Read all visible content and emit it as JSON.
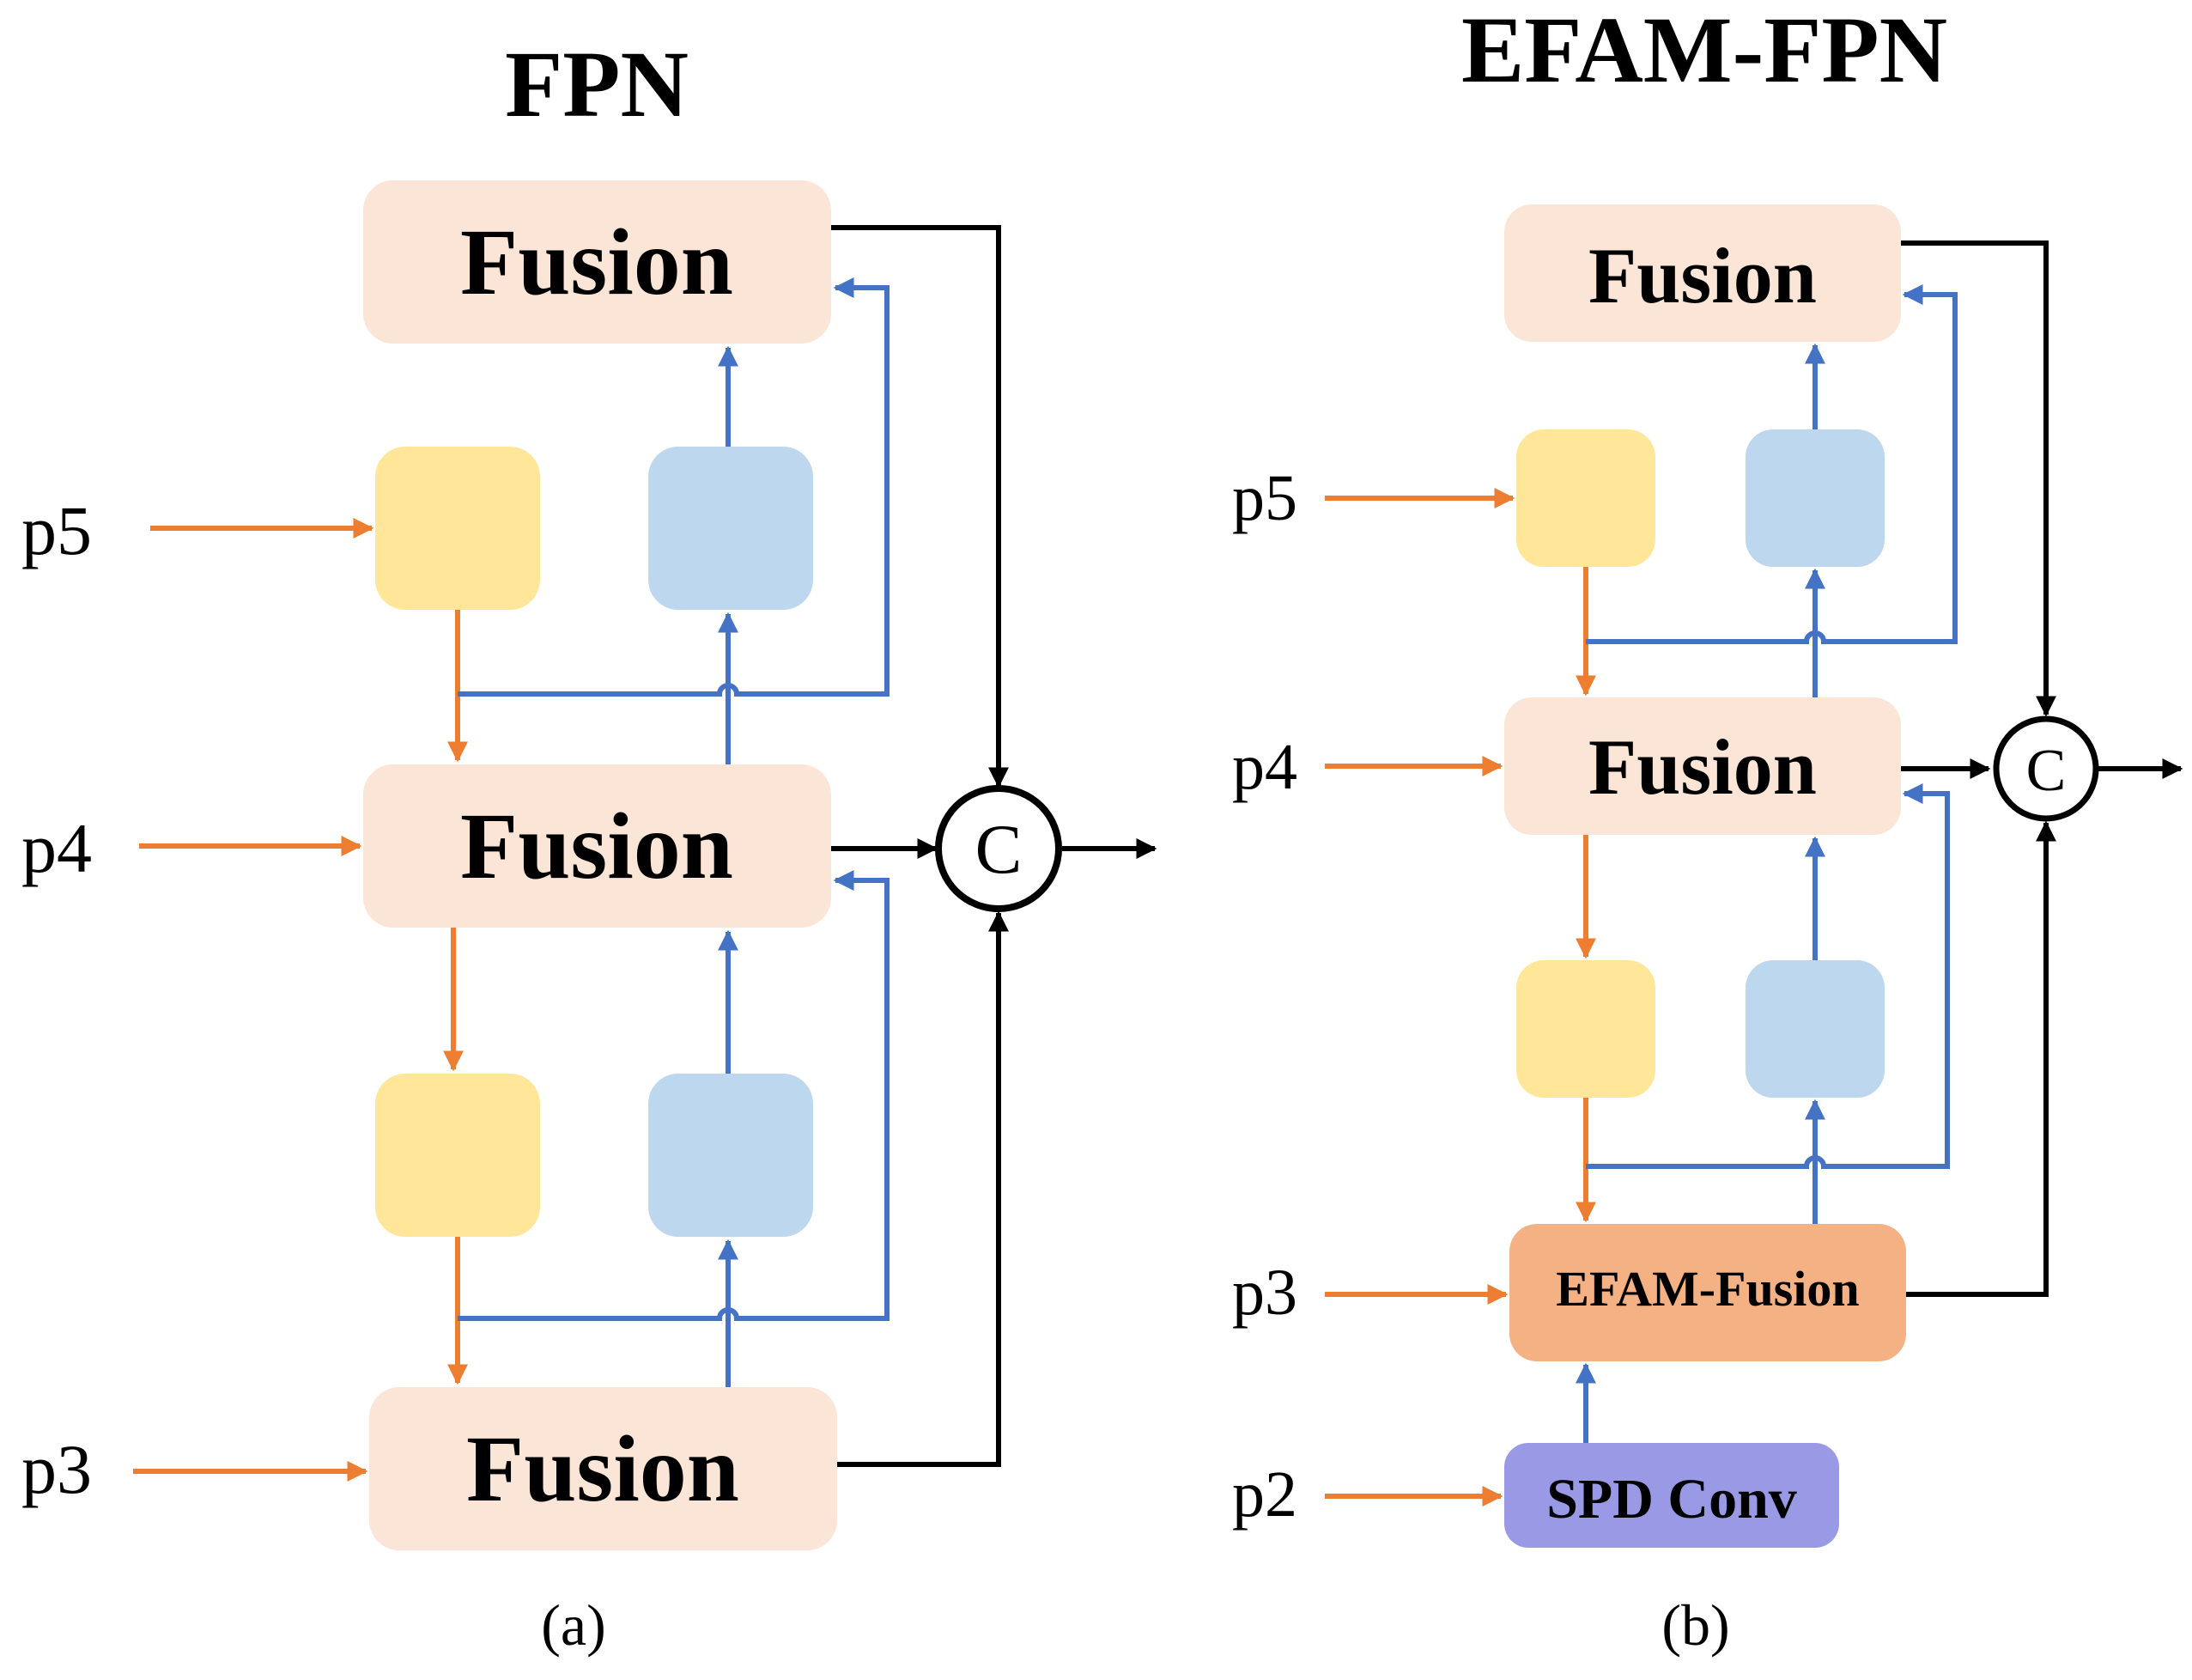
{
  "panel_a": {
    "title": "FPN",
    "caption": "(a)",
    "fusion_top": "Fusion",
    "fusion_mid": "Fusion",
    "fusion_bottom": "Fusion",
    "input_p5": "p5",
    "input_p4": "p4",
    "input_p3": "p3",
    "concat": "C"
  },
  "panel_b": {
    "title": "EFAM-FPN",
    "caption": "(b)",
    "fusion_top": "Fusion",
    "fusion_mid": "Fusion",
    "efam_fusion": "EFAM-Fusion",
    "spd_conv": "SPD Conv",
    "input_p5": "p5",
    "input_p4": "p4",
    "input_p3": "p3",
    "input_p2": "p2",
    "concat": "C"
  },
  "colors": {
    "fusion_box": "#FBE5D6",
    "yellow_box": "#FFE699",
    "blue_box": "#BDD7EE",
    "efam_box": "#F4B183",
    "spd_box": "#9999E6",
    "orange_arrow": "#ED7D31",
    "blue_arrow": "#4472C4",
    "black_arrow": "#000000"
  }
}
